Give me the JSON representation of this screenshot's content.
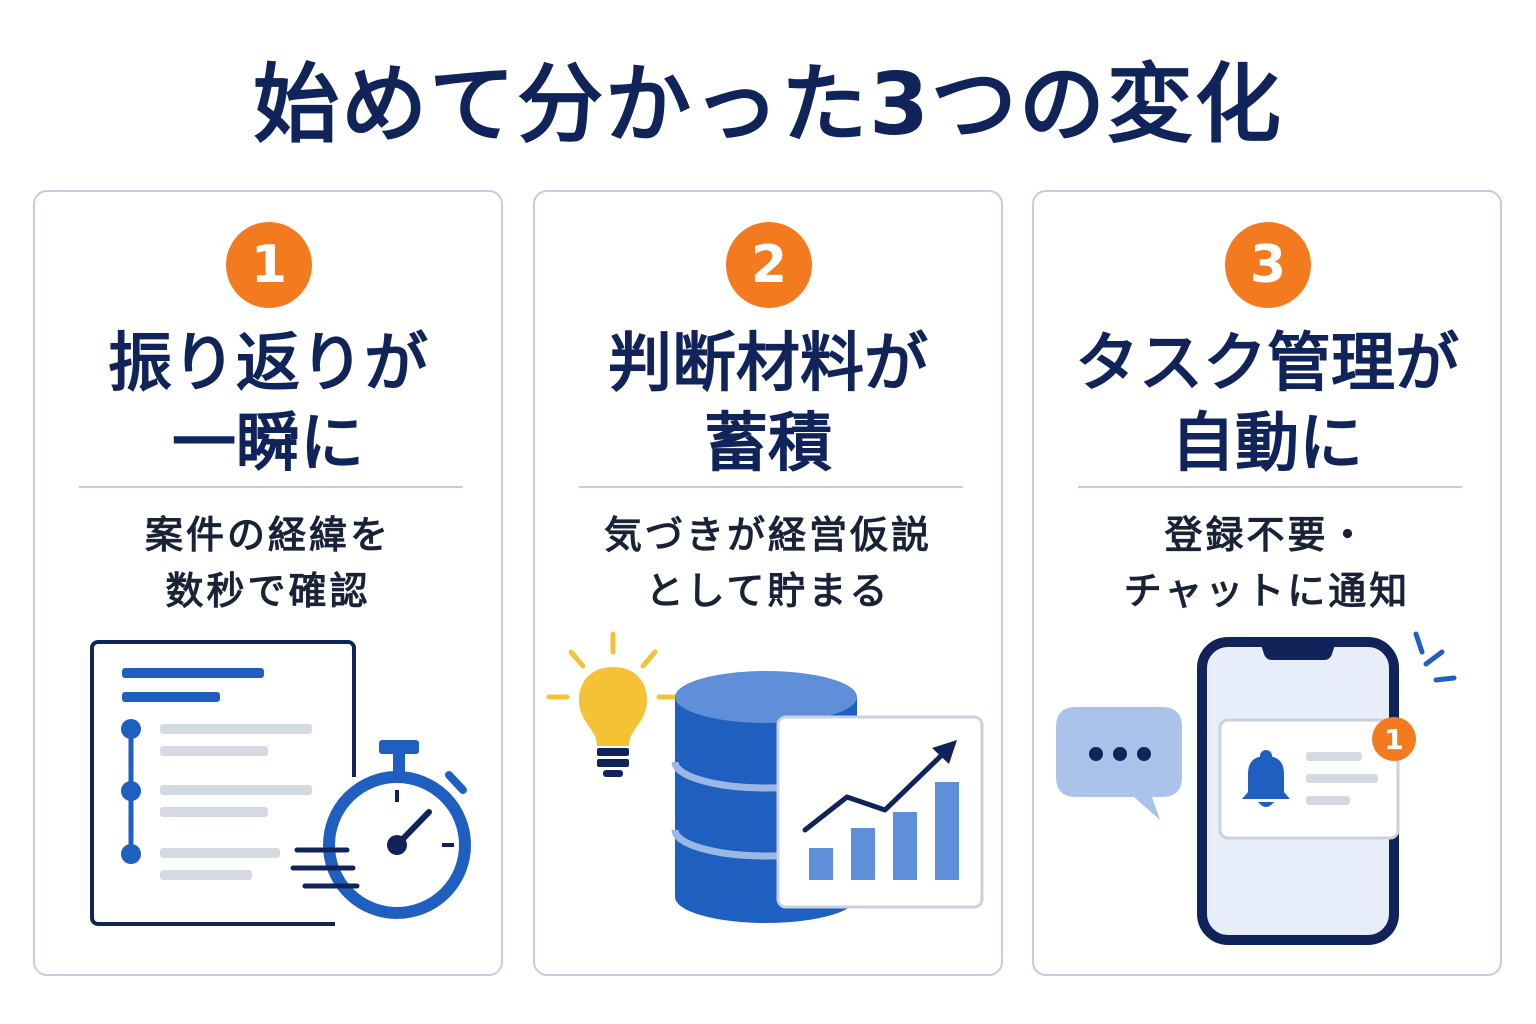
{
  "title": "始めて分かった3つの変化",
  "cards": [
    {
      "number": "1",
      "heading_line1": "振り返りが",
      "heading_line2": "一瞬に",
      "desc_line1": "案件の経緯を",
      "desc_line2": "数秒で確認",
      "icons": [
        "document-timeline-icon",
        "stopwatch-icon"
      ]
    },
    {
      "number": "2",
      "heading_line1": "判断材料が",
      "heading_line2": "蓄積",
      "desc_line1": "気づきが経営仮説",
      "desc_line2": "として貯まる",
      "icons": [
        "lightbulb-icon",
        "database-icon",
        "growth-chart-icon"
      ]
    },
    {
      "number": "3",
      "heading_line1": "タスク管理が",
      "heading_line2": "自動に",
      "desc_line1": "登録不要・",
      "desc_line2": "チャットに通知",
      "notification_count": "1",
      "icons": [
        "chat-bubble-icon",
        "smartphone-icon",
        "bell-icon"
      ]
    }
  ],
  "colors": {
    "title": "#10245a",
    "badge": "#f47a20",
    "accent_blue": "#1f5fbf",
    "light_blue": "#a9c3ea",
    "border": "#c3cde0"
  }
}
